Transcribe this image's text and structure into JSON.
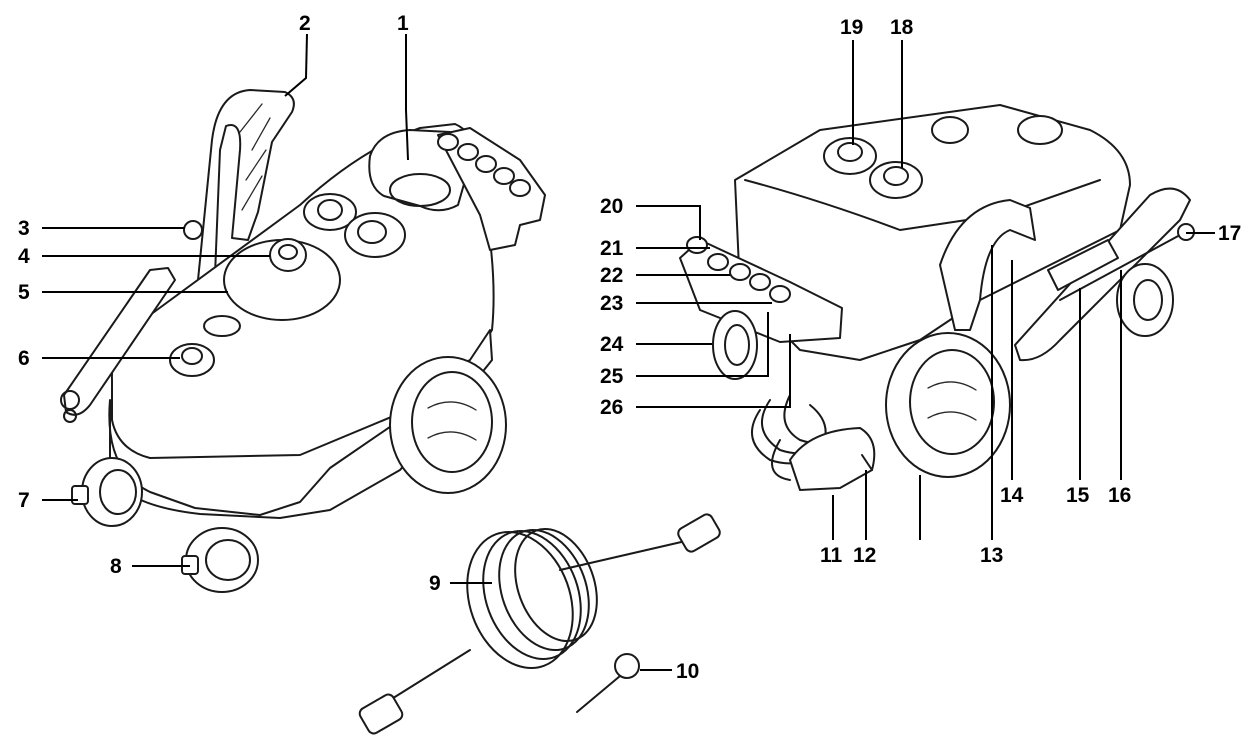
{
  "callouts": [
    {
      "id": "1",
      "text": "1"
    },
    {
      "id": "2",
      "text": "2"
    },
    {
      "id": "3",
      "text": "3"
    },
    {
      "id": "4",
      "text": "4"
    },
    {
      "id": "5",
      "text": "5"
    },
    {
      "id": "6",
      "text": "6"
    },
    {
      "id": "7",
      "text": "7"
    },
    {
      "id": "8",
      "text": "8"
    },
    {
      "id": "9",
      "text": "9"
    },
    {
      "id": "10",
      "text": "10"
    },
    {
      "id": "11",
      "text": "11"
    },
    {
      "id": "12",
      "text": "12"
    },
    {
      "id": "13",
      "text": "13"
    },
    {
      "id": "14",
      "text": "14"
    },
    {
      "id": "15",
      "text": "15"
    },
    {
      "id": "16",
      "text": "16"
    },
    {
      "id": "17",
      "text": "17"
    },
    {
      "id": "18",
      "text": "18"
    },
    {
      "id": "19",
      "text": "19"
    },
    {
      "id": "20",
      "text": "20"
    },
    {
      "id": "21",
      "text": "21"
    },
    {
      "id": "22",
      "text": "22"
    },
    {
      "id": "23",
      "text": "23"
    },
    {
      "id": "24",
      "text": "24"
    },
    {
      "id": "25",
      "text": "25"
    },
    {
      "id": "26",
      "text": "26"
    }
  ],
  "colors": {
    "line": "#1a1a1a",
    "background": "#ffffff",
    "label": "#000000"
  }
}
